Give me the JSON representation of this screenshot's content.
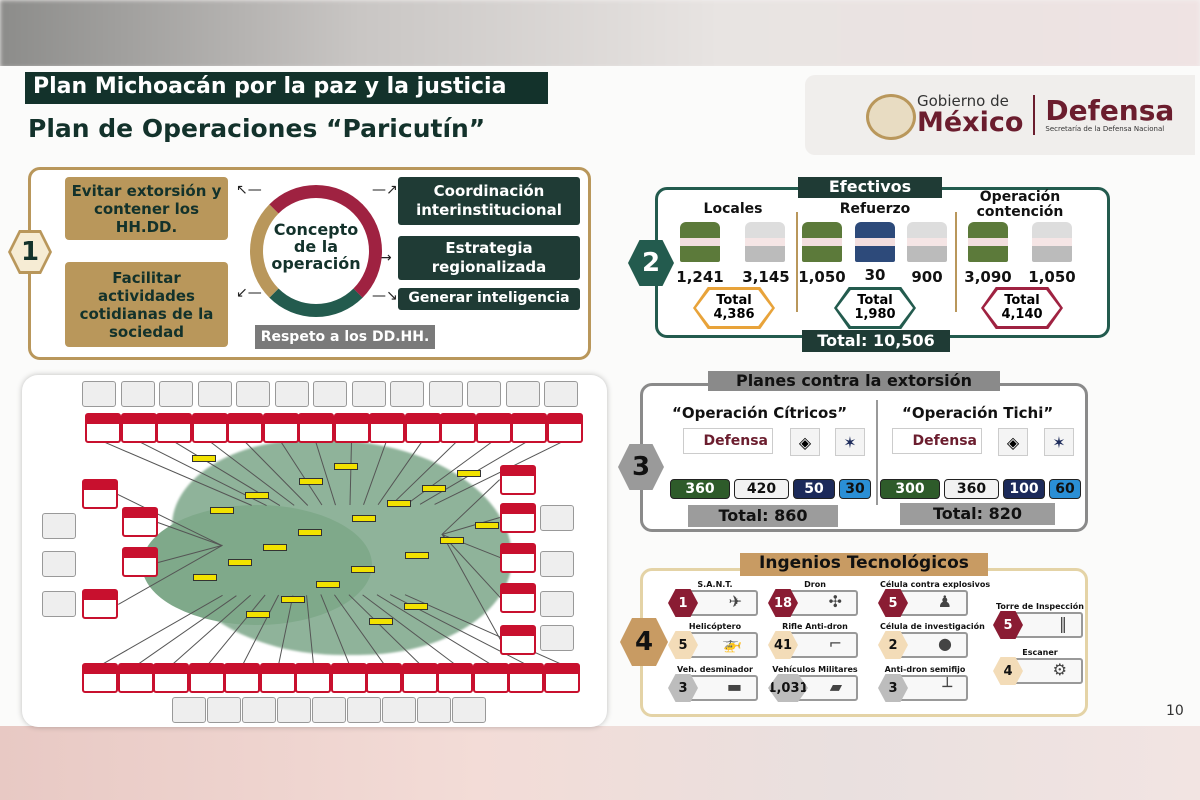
{
  "header": {
    "title": "Plan Michoacán por la paz y la justicia",
    "subtitle": "Plan de Operaciones “Paricutín”"
  },
  "logo": {
    "gobierno": "Gobierno de",
    "mexico": "México",
    "defensa": "Defensa",
    "secretaria": "Secretaría de la Defensa Nacional"
  },
  "section1": {
    "number": "1",
    "goal_1": "Evitar extorsión y contener los HH.DD.",
    "goal_2": "Facilitar actividades cotidianas de la sociedad",
    "concept": "Concepto de la operación",
    "action_1": "Coordinación interinstitucional",
    "action_2": "Estrategia regionalizada",
    "action_3": "Generar inteligencia",
    "respect": "Respeto a los DD.HH."
  },
  "section2": {
    "number": "2",
    "title": "Efectivos",
    "groups": [
      {
        "label": "Locales",
        "values": [
          "1,241",
          "3,145"
        ],
        "total_label": "Total",
        "total": "4,386"
      },
      {
        "label": "Refuerzo",
        "values": [
          "1,050",
          "30",
          "900"
        ],
        "total_label": "Total",
        "total": "1,980"
      },
      {
        "label": "Operación contención",
        "values": [
          "3,090",
          "1,050"
        ],
        "total_label": "Total",
        "total": "4,140"
      }
    ],
    "grand_total": "Total: 10,506"
  },
  "section3": {
    "number": "3",
    "title": "Planes contra la extorsión",
    "ops": [
      {
        "name": "“Operación Cítricos”",
        "logo": "Defensa",
        "values": [
          "360",
          "420",
          "50",
          "30"
        ],
        "total": "Total: 860"
      },
      {
        "name": "“Operación Tichi”",
        "logo": "Defensa",
        "values": [
          "300",
          "360",
          "100",
          "60"
        ],
        "total": "Total: 820"
      }
    ],
    "chip_colors": [
      "#2e5b2a",
      "#f2f2f2",
      "#1c2a5a",
      "#2a8fd6"
    ]
  },
  "section4": {
    "number": "4",
    "title": "Ingenios Tecnológicos",
    "items": [
      {
        "label": "S.A.N.T.",
        "count": "1"
      },
      {
        "label": "Dron",
        "count": "18"
      },
      {
        "label": "Célula contra explosivos",
        "count": "5"
      },
      {
        "label": "Torre de Inspección",
        "count": "5"
      },
      {
        "label": "Helicóptero",
        "count": "5"
      },
      {
        "label": "Rifle Anti-dron",
        "count": "41"
      },
      {
        "label": "Célula de investigación",
        "count": "2"
      },
      {
        "label": "Escaner",
        "count": "4"
      },
      {
        "label": "Veh. desminador",
        "count": "3"
      },
      {
        "label": "Vehículos Militares",
        "count": "1,031"
      },
      {
        "label": "Anti-dron semifijo",
        "count": "3"
      }
    ]
  },
  "colors": {
    "dark_green": "#13322b",
    "gold": "#b9975b",
    "guinda": "#9f2241",
    "teal": "#235b4e"
  },
  "page_number": "10"
}
